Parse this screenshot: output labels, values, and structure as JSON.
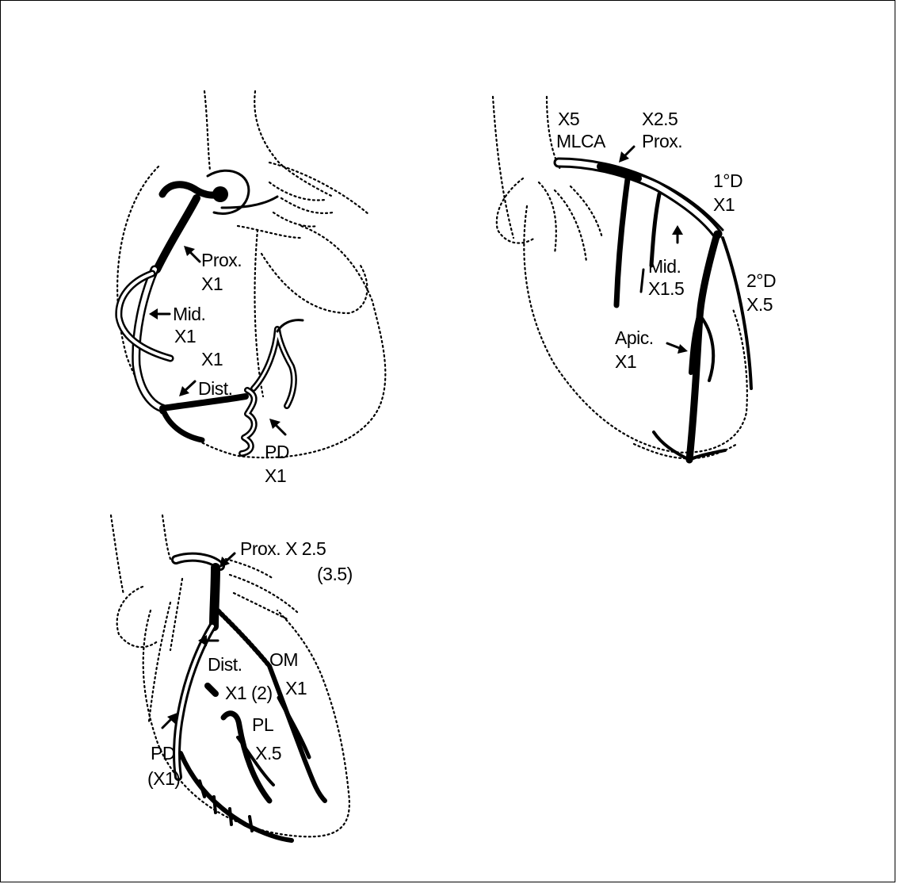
{
  "panel_rca": {
    "prox": "Prox.",
    "prox_factor": "X1",
    "mid": "Mid.",
    "mid_factor": "X1",
    "branch_factor": "X1",
    "dist": "Dist.",
    "pd": "PD",
    "pd_factor": "X1"
  },
  "panel_lad": {
    "mlca_factor": "X5",
    "mlca": "MLCA",
    "prox_factor": "X2.5",
    "prox": "Prox.",
    "d1": "1°D",
    "d1_factor": "X1",
    "mid": "Mid.",
    "mid_factor": "X1.5",
    "d2": "2°D",
    "d2_factor": "X.5",
    "apic": "Apic.",
    "apic_factor": "X1"
  },
  "panel_lcx": {
    "prox": "Prox. X 2.5",
    "prox_alt": "(3.5)",
    "dist": "Dist.",
    "dist_factor": "X1 (2)",
    "om": "OM",
    "om_factor": "X1",
    "pl": "PL",
    "pl_factor": "X.5",
    "pd": "PD",
    "pd_factor": "(X1)"
  }
}
